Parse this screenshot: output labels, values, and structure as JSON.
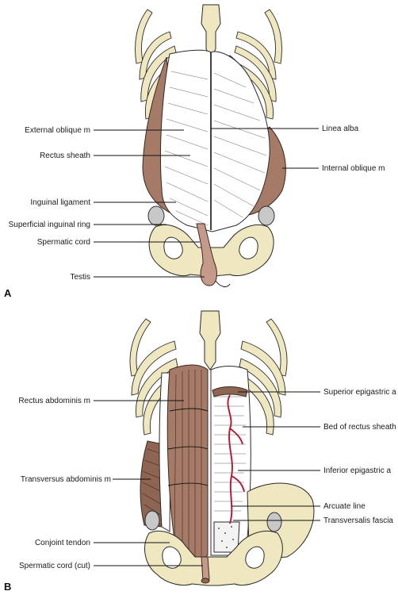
{
  "panels": [
    {
      "letter": "A",
      "labels_left": [
        "External oblique m",
        "Rectus sheath",
        "Inguinal ligament",
        "Superficial inguinal ring",
        "Spermatic cord",
        "Testis"
      ],
      "labels_right": [
        "Linea alba",
        "Internal oblique m"
      ]
    },
    {
      "letter": "B",
      "labels_left": [
        "Rectus abdominis m",
        "Transversus abdominis m",
        "Conjoint tendon",
        "Spermatic cord (cut)"
      ],
      "labels_right": [
        "Superior epigastric a",
        "Bed of rectus sheath",
        "Inferior epigastric a",
        "Arcuate line",
        "Transversalis fascia"
      ]
    }
  ]
}
